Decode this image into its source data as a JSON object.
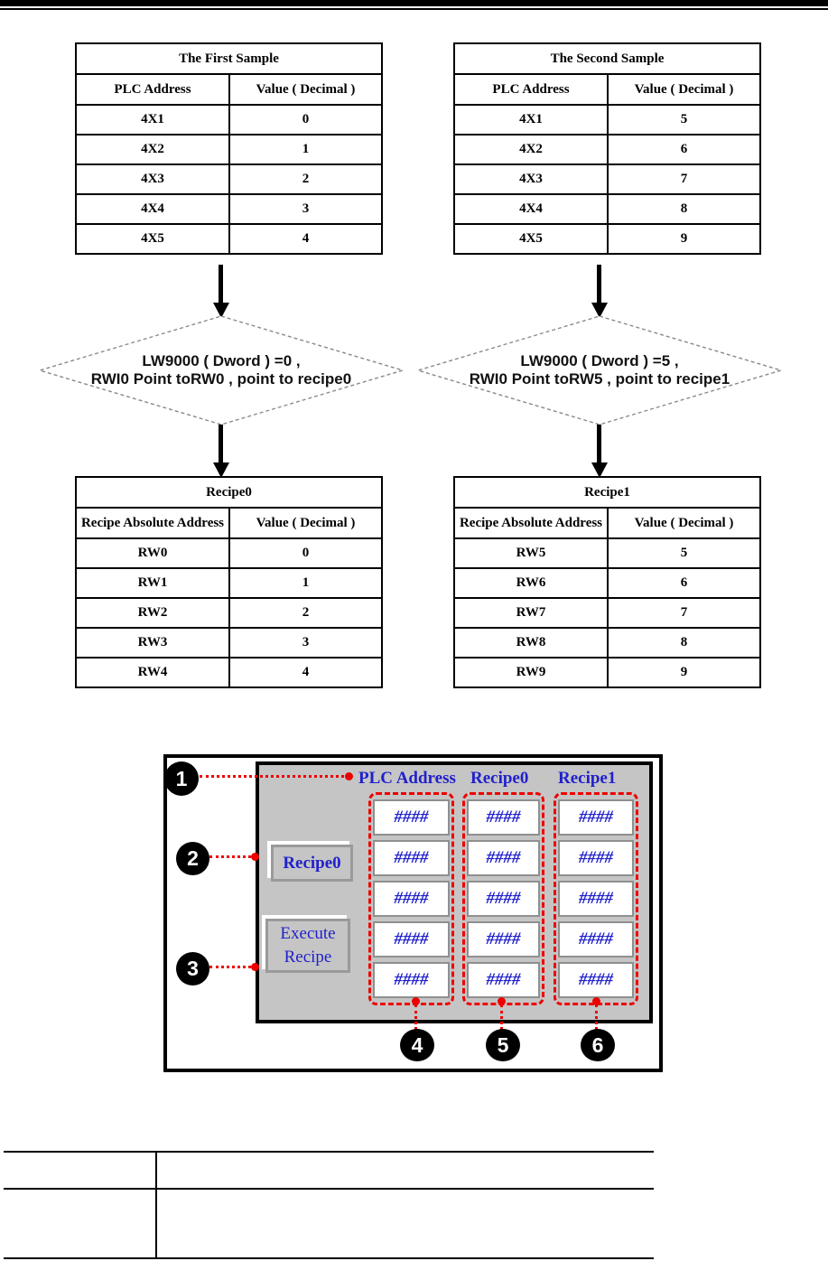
{
  "tables": {
    "first_sample": {
      "title": "The First Sample",
      "col_address": "PLC Address",
      "col_value": "Value ( Decimal )",
      "rows": [
        {
          "addr": "4X1",
          "val": "0"
        },
        {
          "addr": "4X2",
          "val": "1"
        },
        {
          "addr": "4X3",
          "val": "2"
        },
        {
          "addr": "4X4",
          "val": "3"
        },
        {
          "addr": "4X5",
          "val": "4"
        }
      ]
    },
    "second_sample": {
      "title": "The Second Sample",
      "col_address": "PLC Address",
      "col_value": "Value ( Decimal )",
      "rows": [
        {
          "addr": "4X1",
          "val": "5"
        },
        {
          "addr": "4X2",
          "val": "6"
        },
        {
          "addr": "4X3",
          "val": "7"
        },
        {
          "addr": "4X4",
          "val": "8"
        },
        {
          "addr": "4X5",
          "val": "9"
        }
      ]
    },
    "recipe0": {
      "title": "Recipe0",
      "col_address": "Recipe Absolute Address",
      "col_value": "Value ( Decimal )",
      "rows": [
        {
          "addr": "RW0",
          "val": "0"
        },
        {
          "addr": "RW1",
          "val": "1"
        },
        {
          "addr": "RW2",
          "val": "2"
        },
        {
          "addr": "RW3",
          "val": "3"
        },
        {
          "addr": "RW4",
          "val": "4"
        }
      ]
    },
    "recipe1": {
      "title": "Recipe1",
      "col_address": "Recipe Absolute Address",
      "col_value": "Value ( Decimal )",
      "rows": [
        {
          "addr": "RW5",
          "val": "5"
        },
        {
          "addr": "RW6",
          "val": "6"
        },
        {
          "addr": "RW7",
          "val": "7"
        },
        {
          "addr": "RW8",
          "val": "8"
        },
        {
          "addr": "RW9",
          "val": "9"
        }
      ]
    }
  },
  "decisions": {
    "left": {
      "line1": "LW9000 ( Dword ) =0 ,",
      "line2": "RWI0 Point toRW0 , point to recipe0"
    },
    "right": {
      "line1": "LW9000 ( Dword ) =5 ,",
      "line2": "RWI0 Point toRW5 , point to recipe1"
    }
  },
  "hmi": {
    "headers": {
      "plc": "PLC Address",
      "recipe0": "Recipe0",
      "recipe1": "Recipe1"
    },
    "field_placeholder": "####",
    "buttons": {
      "recipe0": "Recipe0",
      "execute_line1": "Execute",
      "execute_line2": "Recipe"
    },
    "callouts": {
      "c1": "1",
      "c2": "2",
      "c3": "3",
      "c4": "4",
      "c5": "5",
      "c6": "6"
    },
    "colors": {
      "panel_gray": "#c5c5c5",
      "text_blue": "#2121cc",
      "annotation_red": "#ee0000"
    }
  }
}
